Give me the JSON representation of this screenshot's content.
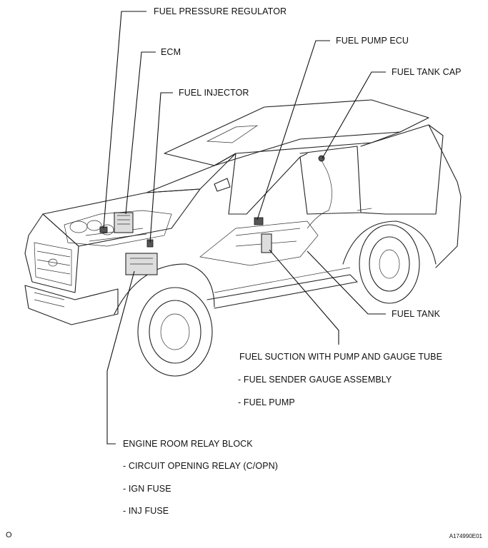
{
  "labels": {
    "fuel_pressure_regulator": "FUEL PRESSURE REGULATOR",
    "ecm": "ECM",
    "fuel_injector": "FUEL INJECTOR",
    "fuel_pump_ecu": "FUEL PUMP ECU",
    "fuel_tank_cap": "FUEL TANK CAP",
    "fuel_tank": "FUEL TANK",
    "fuel_suction": "FUEL SUCTION WITH PUMP AND GAUGE TUBE",
    "fuel_sender_gauge": "- FUEL SENDER GAUGE ASSEMBLY",
    "fuel_pump": "- FUEL PUMP",
    "engine_room_relay_block": "ENGINE ROOM RELAY BLOCK",
    "circuit_opening_relay": "- CIRCUIT OPENING RELAY (C/OPN)",
    "ign_fuse": "- IGN FUSE",
    "inj_fuse": "- INJ FUSE"
  },
  "footer": {
    "mark": "O",
    "figure_code": "A174990E01"
  }
}
